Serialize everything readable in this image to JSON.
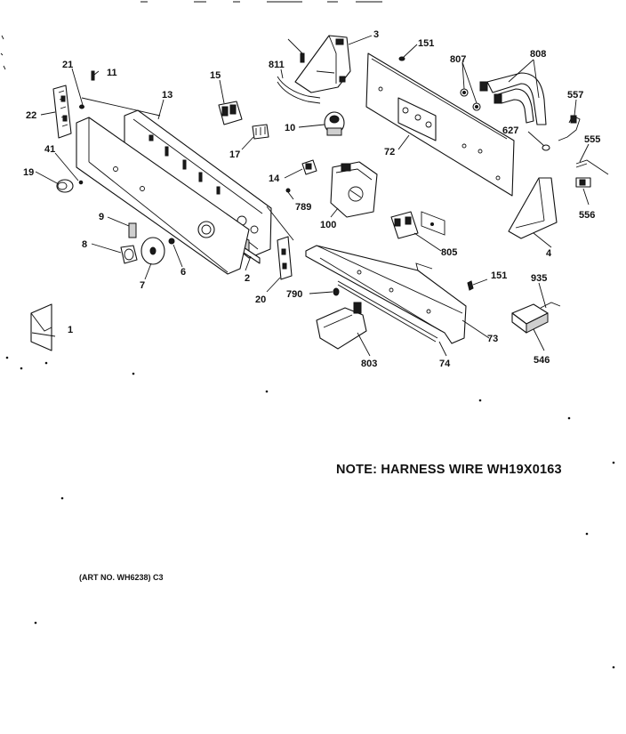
{
  "labels": {
    "p1": "1",
    "p2": "2",
    "p3": "3",
    "p4": "4",
    "p6": "6",
    "p7": "7",
    "p8": "8",
    "p9": "9",
    "p10": "10",
    "p11": "11",
    "p13": "13",
    "p14": "14",
    "p15": "15",
    "p17": "17",
    "p19": "19",
    "p20": "20",
    "p21": "21",
    "p22": "22",
    "p41": "41",
    "p72": "72",
    "p73": "73",
    "p74": "74",
    "p100": "100",
    "p151a": "151",
    "p151b": "151",
    "p546": "546",
    "p555": "555",
    "p556": "556",
    "p557": "557",
    "p627": "627",
    "p789": "789",
    "p790": "790",
    "p803": "803",
    "p805": "805",
    "p807": "807",
    "p808": "808",
    "p811": "811",
    "p935": "935"
  },
  "note": "NOTE: HARNESS WIRE WH19X0163",
  "art_no": "(ART NO. WH6238) C3"
}
